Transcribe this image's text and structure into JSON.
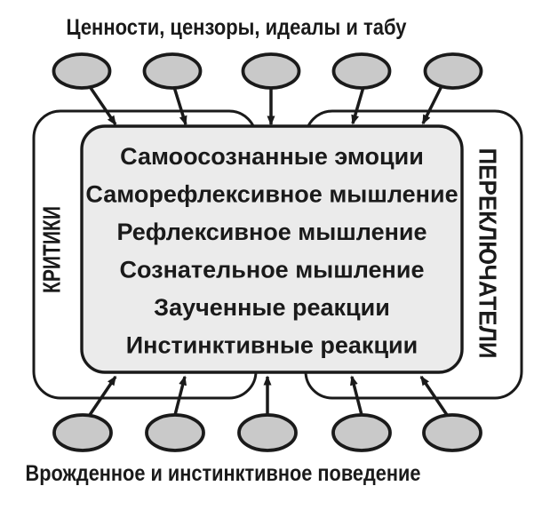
{
  "title_top": "Ценности, цензоры, идеалы и табу",
  "title_bottom": "Врожденное и инстинктивное поведение",
  "left_label": "КРИТИКИ",
  "right_label": "ПЕРЕКЛЮЧАТЕЛИ",
  "levels": [
    "Самоосознанные эмоции",
    "Саморефлексивное мышление",
    "Рефлексивное мышление",
    "Сознательное мышление",
    "Заученные реакции",
    "Инстинктивные реакции"
  ],
  "colors": {
    "background": "#ffffff",
    "ellipse_fill": "#c9c9c9",
    "box_fill": "#ebebeb",
    "stroke": "#1a1a1a"
  }
}
